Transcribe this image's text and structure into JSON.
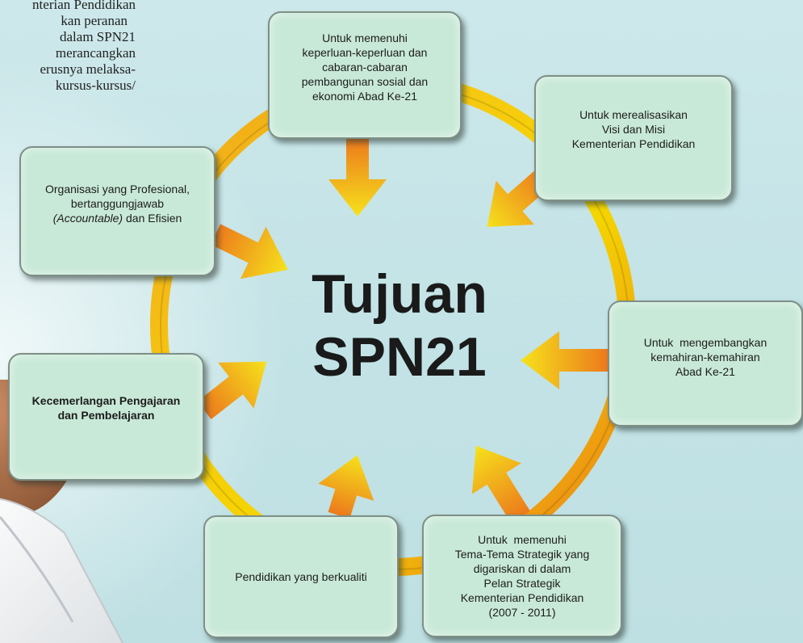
{
  "center": {
    "line1": "Tujuan",
    "line2": "SPN21"
  },
  "intro_lines": [
    "nterian Pendidikan",
    "kan      peranan",
    "dalam   SPN21",
    "merancangkan",
    "erusnya melaksa-",
    "kursus-kursus/"
  ],
  "boxes": [
    {
      "id": "box1",
      "lines": [
        "Untuk memenuhi",
        "keperluan-keperluan dan",
        "cabaran-cabaran",
        "pembangunan sosial dan",
        "ekonomi Abad Ke-21"
      ]
    },
    {
      "id": "box2",
      "lines": [
        "Untuk merealisasikan",
        "Visi dan Misi",
        "Kementerian Pendidikan"
      ]
    },
    {
      "id": "box3",
      "lines": [
        "Untuk  mengembangkan",
        "kemahiran-kemahiran",
        "Abad Ke-21"
      ]
    },
    {
      "id": "box4",
      "lines": [
        "Untuk  memenuhi",
        "Tema-Tema Strategik yang",
        "digariskan di dalam",
        "Pelan Strategik",
        "Kementerian Pendidikan",
        "(2007 - 2011)"
      ]
    },
    {
      "id": "box5",
      "lines": [
        "Pendidikan yang berkualiti"
      ]
    },
    {
      "id": "box6",
      "lines": [
        "Kecemerlangan Pengajaran",
        "dan Pembelajaran"
      ]
    },
    {
      "id": "box7",
      "lines": [
        "Organisasi yang Profesional,",
        "bertanggungjawab",
        "(Accountable)",
        "dan Efisien"
      ]
    }
  ],
  "colors": {
    "ring_outer": "#e8761a",
    "ring_inner": "#f5d800",
    "arrow_tip": "#f6e21c",
    "arrow_base": "#ec7a1c",
    "box_fill": "#c8e9d7"
  }
}
